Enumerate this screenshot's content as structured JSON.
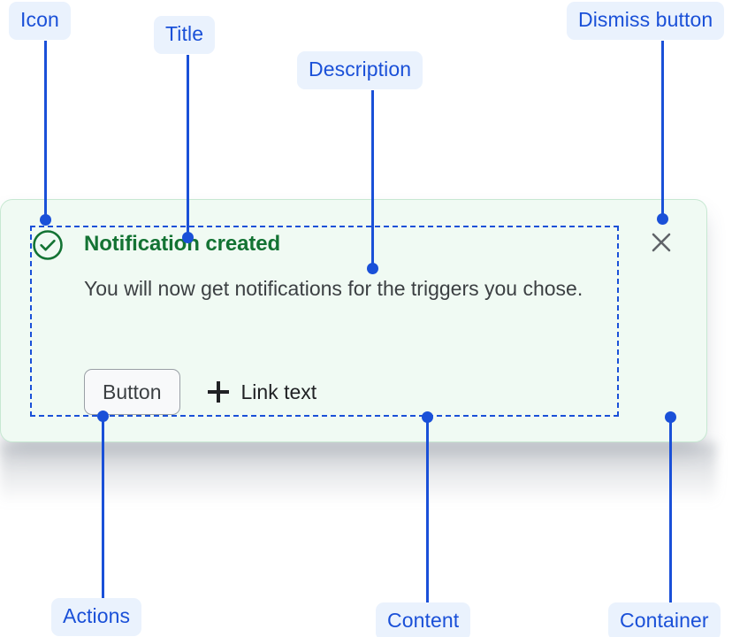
{
  "notification": {
    "icon": "circle-check-icon",
    "title": "Notification created",
    "description": "You will now get notifications for the triggers you chose.",
    "button_label": "Button",
    "link_label": "Link text",
    "link_icon": "plus-icon",
    "dismiss_icon": "close-icon"
  },
  "annotations": {
    "icon": "Icon",
    "title": "Title",
    "description": "Description",
    "dismiss_button": "Dismiss button",
    "actions": "Actions",
    "content": "Content",
    "container": "Container"
  },
  "colors": {
    "annotation_text": "#1a50d8",
    "annotation_pill_bg": "#eaf2fd",
    "card_bg": "#f0faf3",
    "card_border": "#c7e8d2",
    "title_green": "#137333",
    "body_text": "#3c4043",
    "button_bg": "#f8f9fa",
    "button_border": "#9aa0a6",
    "dismiss_gray": "#5f6368"
  }
}
